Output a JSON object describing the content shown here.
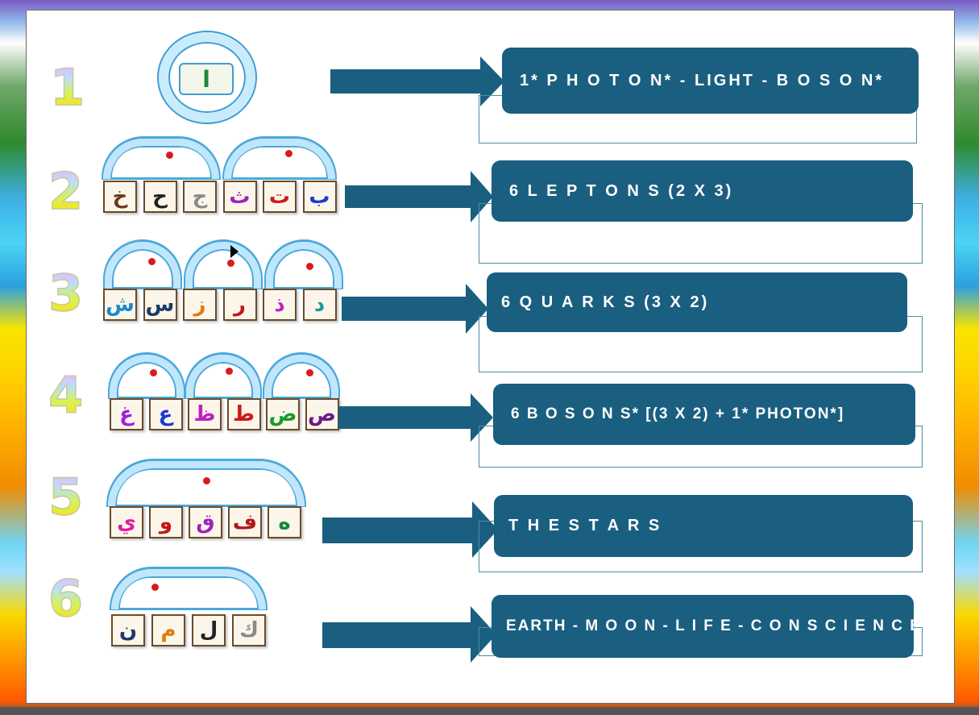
{
  "rows": [
    {
      "number": "1",
      "letters": [
        "ا"
      ],
      "label": "1*  P H O T O N* - LIGHT - B O S O N*"
    },
    {
      "number": "2",
      "letters": [
        "خ",
        "ح",
        "ج",
        "ث",
        "ت",
        "ب"
      ],
      "label": "6  L E P T O N S  (2 X 3)"
    },
    {
      "number": "3",
      "letters": [
        "ش",
        "س",
        "ز",
        "ر",
        "ذ",
        "د"
      ],
      "label": "6  Q U A R K S  (3 X 2)"
    },
    {
      "number": "4",
      "letters": [
        "غ",
        "ع",
        "ظ",
        "ط",
        "ض",
        "ص"
      ],
      "label": "6   B O S O N S*  [(3 X 2) + 1* PHOTON*]"
    },
    {
      "number": "5",
      "letters": [
        "ي",
        "و",
        "ق",
        "ف",
        "ه"
      ],
      "label": "T H E   S T A R S"
    },
    {
      "number": "6",
      "letters": [
        "ن",
        "م",
        "ل",
        "ك"
      ],
      "label": "EARTH - M O O N - L I F E - C O N S C I E N C E"
    }
  ],
  "colors": {
    "label_box": "#1a5f80",
    "arrow": "#1a5f80",
    "arch": "#bfe6fb",
    "arch_outline": "#4aa8dc",
    "tile_bg": "#fbf6e9",
    "tile_border": "#6b4a2a",
    "dot": "#d81c1c"
  },
  "letter_colors": {
    "row2": [
      "#6b3a1a",
      "#222222",
      "#8a8a8a",
      "#a020c0",
      "#d01818",
      "#1a3ad0"
    ],
    "row3": [
      "#1a8ad0",
      "#1a3a6a",
      "#e07a10",
      "#c01818",
      "#c020c0",
      "#1a9a9a"
    ],
    "row4": [
      "#a020e0",
      "#1a3ad0",
      "#c020c0",
      "#d01818",
      "#1a9a2a",
      "#6a1a8a"
    ],
    "row5": [
      "#e01aa0",
      "#c01818",
      "#a020c0",
      "#b01818",
      "#1a8a3a"
    ],
    "row6": [
      "#1a3a6a",
      "#e07a10",
      "#222222",
      "#8a8a8a"
    ]
  }
}
